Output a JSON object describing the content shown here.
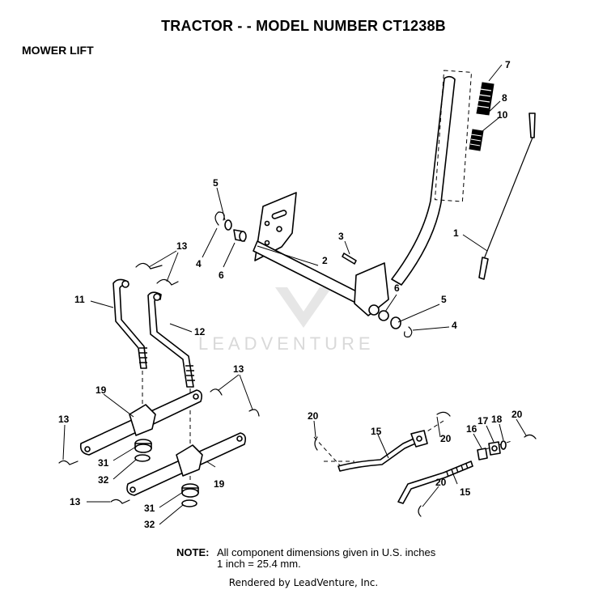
{
  "title": "TRACTOR - - MODEL NUMBER CT1238B",
  "section_title": "MOWER LIFT",
  "note": {
    "label": "NOTE:",
    "line1": "All component dimensions given in U.S. inches",
    "line2": "1 inch = 25.4 mm."
  },
  "watermark": "LEADVENTURE",
  "footer": "Rendered by LeadVenture, Inc.",
  "callouts": {
    "c1": "1",
    "c2": "2",
    "c3": "3",
    "c4a": "4",
    "c4b": "4",
    "c5a": "5",
    "c5b": "5",
    "c6a": "6",
    "c6b": "6",
    "c7": "7",
    "c8": "8",
    "c10": "10",
    "c11": "11",
    "c12": "12",
    "c13a": "13",
    "c13b": "13",
    "c13c": "13",
    "c13d": "13",
    "c15a": "15",
    "c15b": "15",
    "c16": "16",
    "c17": "17",
    "c18": "18",
    "c19a": "19",
    "c19b": "19",
    "c20a": "20",
    "c20b": "20",
    "c20c": "20",
    "c20d": "20",
    "c31a": "31",
    "c31b": "31",
    "c32a": "32",
    "c32b": "32"
  }
}
